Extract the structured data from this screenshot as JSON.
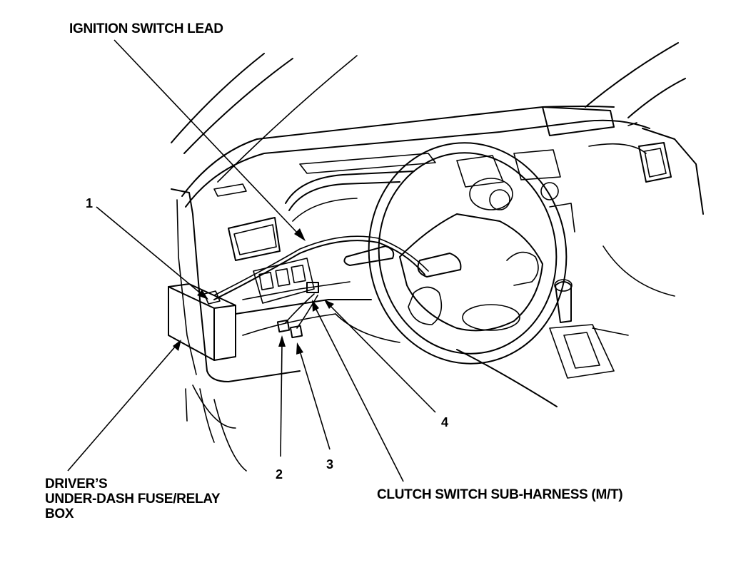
{
  "labels": {
    "ignition_switch_lead": "IGNITION SWITCH LEAD",
    "driver_line1": "DRIVER’S",
    "driver_line2": "UNDER-DASH FUSE/RELAY",
    "driver_line3": "BOX",
    "clutch_switch": "CLUTCH SWITCH SUB-HARNESS (M/T)"
  },
  "callout_numbers": {
    "n1": "1",
    "n2": "2",
    "n3": "3",
    "n4": "4"
  }
}
